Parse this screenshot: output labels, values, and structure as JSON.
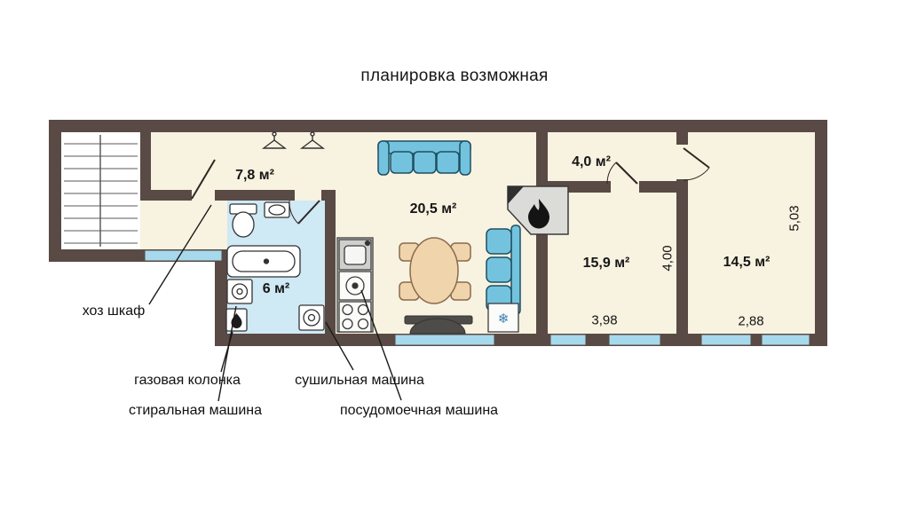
{
  "title": "планировка возможная",
  "rooms": {
    "hall": {
      "area": "7,8 м²"
    },
    "living_kitchen": {
      "area": "20,5 м²"
    },
    "storage": {
      "area": "4,0 м²"
    },
    "room1": {
      "area": "15,9 м²"
    },
    "room2": {
      "area": "14,5 м²"
    },
    "bathroom": {
      "area": "6 м²"
    }
  },
  "dimensions": {
    "room2_depth": "5,03",
    "room1_depth": "4,00",
    "room1_width": "3,98",
    "room2_width": "2,88"
  },
  "callouts": {
    "utility_closet": "хоз шкаф",
    "gas_heater": "газовая колонка",
    "dryer": "сушильная машина",
    "washer": "стиральная машина",
    "dishwasher": "посудомоечная машина"
  },
  "icons": {
    "snowflake": "❄"
  },
  "colors": {
    "wall": "#594a45",
    "floor": "#f8f2e0",
    "bathroom_floor": "#cfe9f5",
    "window": "#a7d9ec",
    "furniture_blue": "#74c3de",
    "wood": "#f0d4ab",
    "fireplace": "#dbdbd7"
  }
}
